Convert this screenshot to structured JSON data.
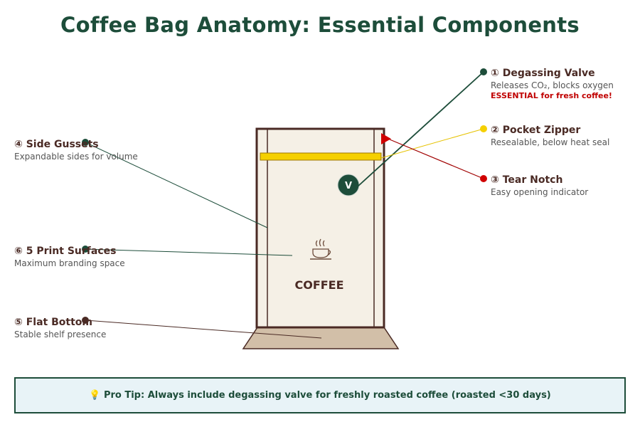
{
  "title": "Coffee Bag Anatomy: Essential Components",
  "bag": {
    "label": "COFFEE",
    "valve_letter": "V",
    "cup_icon": "coffee-cup-icon"
  },
  "callouts": {
    "degassing_valve": {
      "heading": "① Degassing Valve",
      "desc": "Releases CO₂, blocks oxygen",
      "note": "ESSENTIAL for fresh coffee!",
      "color": "#1d4d3a"
    },
    "pocket_zipper": {
      "heading": "② Pocket Zipper",
      "desc": "Resealable, below heat seal",
      "color": "#f5d000"
    },
    "tear_notch": {
      "heading": "③ Tear Notch",
      "desc": "Easy opening indicator",
      "color": "#d00000"
    },
    "side_gussets": {
      "heading": "④ Side Gussets",
      "desc": "Expandable sides for volume",
      "color": "#1d4d3a"
    },
    "flat_bottom": {
      "heading": "⑤ Flat Bottom",
      "desc": "Stable shelf presence",
      "color": "#4a2a24"
    },
    "print_surfaces": {
      "heading": "⑥ 5 Print Surfaces",
      "desc": "Maximum branding space",
      "color": "#1d4d3a"
    }
  },
  "tip": {
    "icon": "lightbulb-icon",
    "text": "💡 Pro Tip: Always include degassing valve for freshly roasted coffee (roasted <30 days)"
  }
}
